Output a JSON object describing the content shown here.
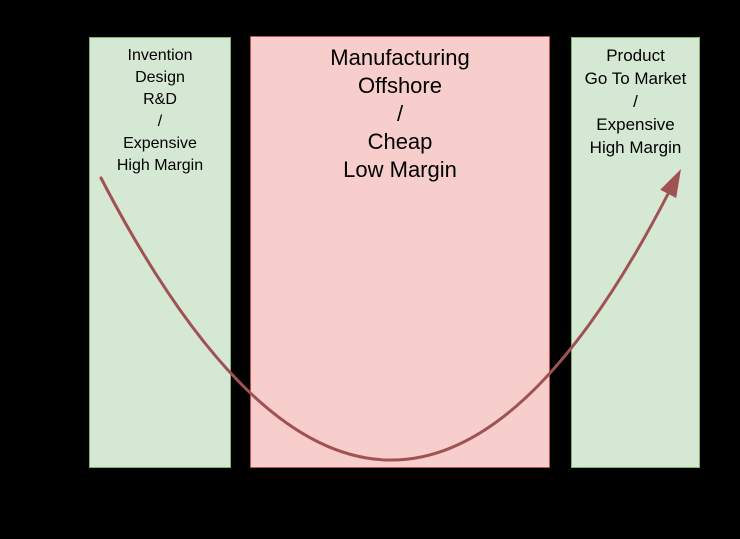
{
  "colors": {
    "background": "#000000",
    "high_margin_fill": "#d5e8d4",
    "high_margin_border": "#82b366",
    "low_margin_fill": "#f8cecc",
    "low_margin_border": "#b85450",
    "curve_arrow": "#a05252",
    "text": "#000000"
  },
  "diagram": {
    "stages": [
      {
        "name": "invention-design-rnd",
        "lines": [
          "Invention",
          "Design",
          "R&D",
          "/",
          "Expensive",
          "High Margin"
        ]
      },
      {
        "name": "manufacturing-offshore",
        "lines": [
          "Manufacturing",
          "Offshore",
          "/",
          "Cheap",
          "Low Margin"
        ]
      },
      {
        "name": "product-go-to-market",
        "lines": [
          "Product",
          "Go To Market",
          "/",
          "Expensive",
          "High Margin"
        ]
      }
    ],
    "curve": {
      "shape": "smile",
      "color": "#a05252"
    }
  }
}
